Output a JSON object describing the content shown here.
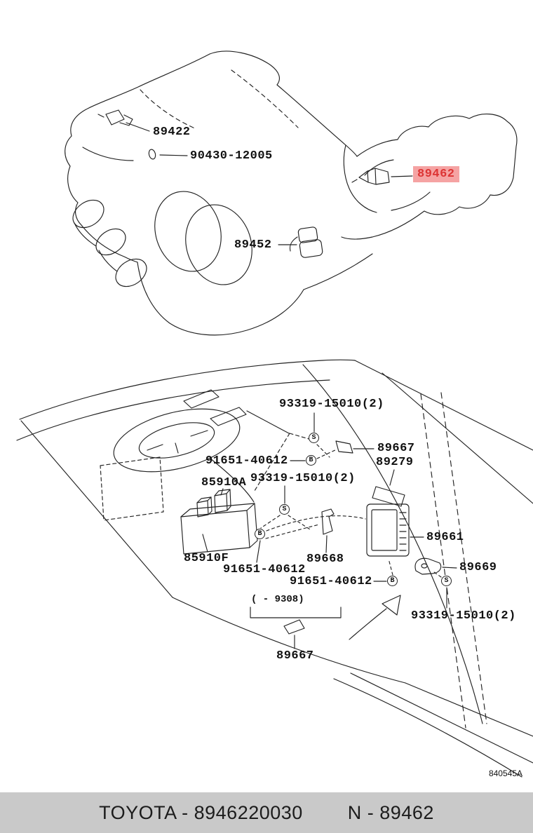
{
  "page": {
    "diagram_code": "840545A"
  },
  "colors": {
    "highlight_bg": "#f5a3a3",
    "highlight_fg": "#dd3434",
    "footer_bg": "#c9c9c9",
    "line": "#222222"
  },
  "labels": [
    {
      "text": "89422",
      "highlighted": false
    },
    {
      "text": "90430-12005",
      "highlighted": false
    },
    {
      "text": "89462",
      "highlighted": true
    },
    {
      "text": "89452",
      "highlighted": false
    },
    {
      "text": "93319-15010(2)",
      "highlighted": false
    },
    {
      "text": "89667",
      "highlighted": false
    },
    {
      "text": "91651-40612",
      "highlighted": false
    },
    {
      "text": "89279",
      "highlighted": false
    },
    {
      "text": "93319-15010(2)",
      "highlighted": false
    },
    {
      "text": "85910A",
      "highlighted": false
    },
    {
      "text": "89661",
      "highlighted": false
    },
    {
      "text": "85910F",
      "highlighted": false
    },
    {
      "text": "89668",
      "highlighted": false
    },
    {
      "text": "91651-40612",
      "highlighted": false
    },
    {
      "text": "89669",
      "highlighted": false
    },
    {
      "text": "91651-40612",
      "highlighted": false
    },
    {
      "text": "( - 9308)",
      "highlighted": false
    },
    {
      "text": "93319-15010(2)",
      "highlighted": false
    },
    {
      "text": "89667",
      "highlighted": false
    }
  ],
  "symbols": [
    {
      "letter": "S"
    },
    {
      "letter": "B"
    },
    {
      "letter": "S"
    },
    {
      "letter": "B"
    },
    {
      "letter": "B"
    },
    {
      "letter": "S"
    }
  ],
  "footer": {
    "left": "TOYOTA - 8946220030",
    "right": "N - 89462"
  }
}
